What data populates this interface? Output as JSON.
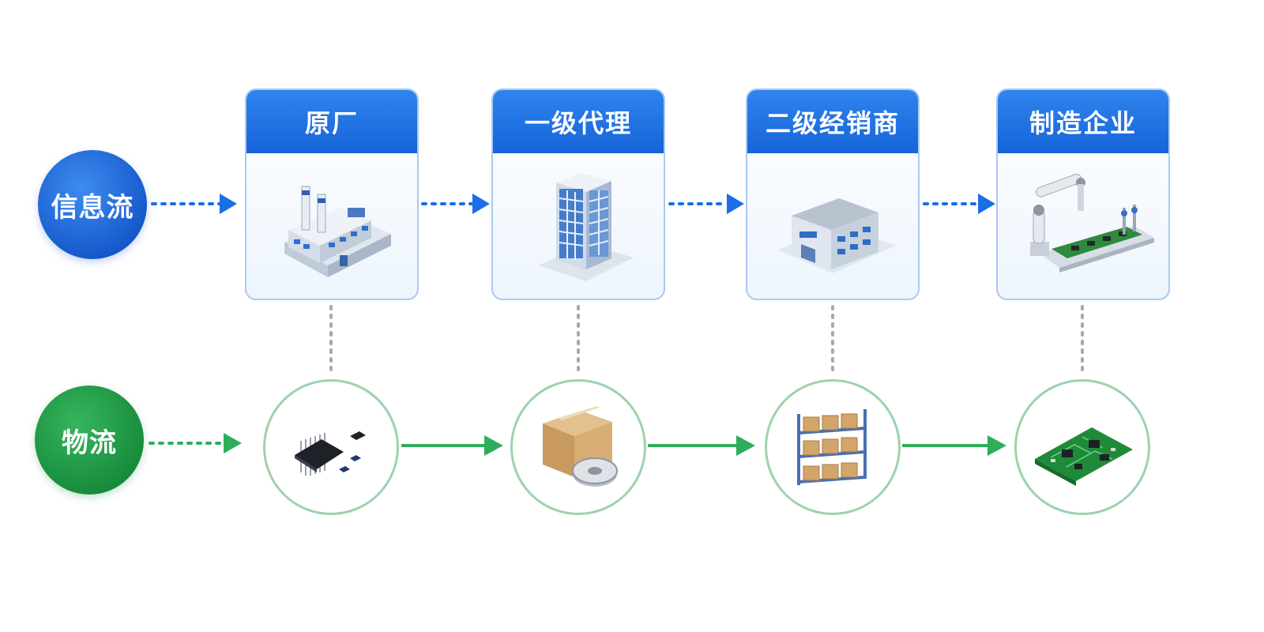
{
  "rows": {
    "info": {
      "label": "信息流",
      "color": "#1a5fd0"
    },
    "logistics": {
      "label": "物流",
      "color": "#1f9a47"
    }
  },
  "stages": [
    {
      "title": "原厂",
      "info_icon": "factory-icon",
      "goods_icon": "chip-icon"
    },
    {
      "title": "一级代理",
      "info_icon": "office-building-icon",
      "goods_icon": "package-reel-icon"
    },
    {
      "title": "二级经销商",
      "info_icon": "warehouse-icon",
      "goods_icon": "shelf-boxes-icon"
    },
    {
      "title": "制造企业",
      "info_icon": "robot-arm-assembly-icon",
      "goods_icon": "circuit-board-icon"
    }
  ],
  "colors": {
    "info_blue": "#1a6ee6",
    "logistics_green": "#2fae5a",
    "connector_gray": "#a8a8a8",
    "card_border": "#a9c9f2"
  }
}
